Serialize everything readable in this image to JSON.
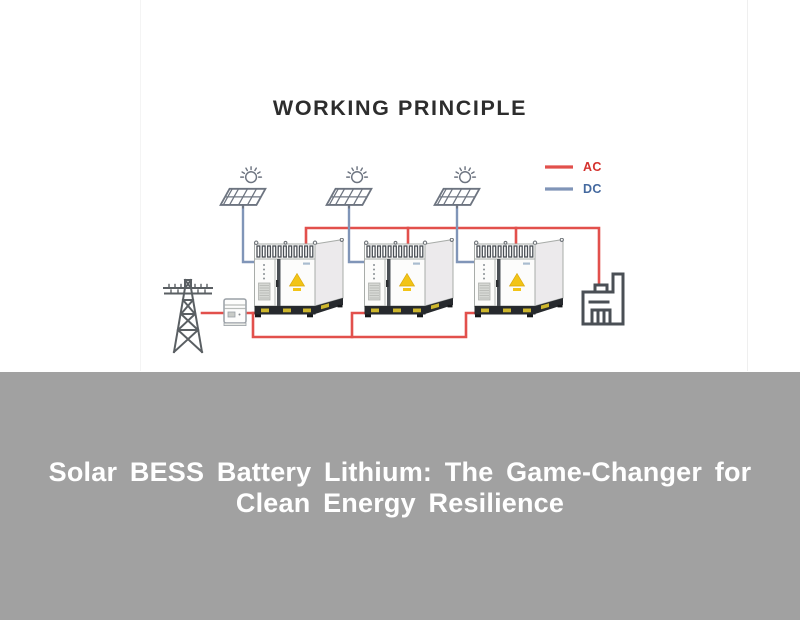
{
  "diagram": {
    "title": "WORKING PRINCIPLE",
    "components": {
      "solar_panel_count": 3,
      "bess_cabinet_count": 3,
      "left_source": "power-grid-transmission-tower",
      "meter": "transformer-meter-box",
      "right_load": "factory-building"
    }
  },
  "legend": {
    "items": [
      {
        "label": "AC",
        "text_color": "#d4322e",
        "line_color": "#e2504c"
      },
      {
        "label": "DC",
        "text_color": "#44699f",
        "line_color": "#8095b8"
      }
    ]
  },
  "caption": {
    "line1": "Solar BESS Battery Lithium: The Game-Changer for",
    "line2": "Clean Energy Resilience",
    "text_color": "#ffffff",
    "band_color": "#a1a1a1"
  }
}
